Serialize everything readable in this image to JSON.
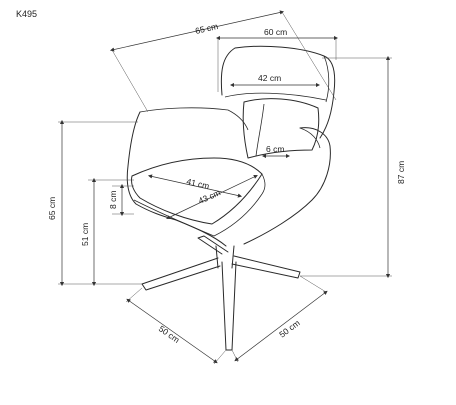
{
  "model_code": "K495",
  "dimensions": {
    "overall_width": "65 cm",
    "back_width": "60 cm",
    "backrest_inner_width": "42 cm",
    "armrest_width": "6 cm",
    "seat_width": "41 cm",
    "seat_depth": "43 cm",
    "total_height": "87 cm",
    "arm_height": "65 cm",
    "seat_height": "51 cm",
    "cushion_thickness": "8 cm",
    "base_depth": "50 cm",
    "base_width": "50 cm"
  },
  "colors": {
    "line": "#2a2a2a",
    "background": "#ffffff"
  }
}
